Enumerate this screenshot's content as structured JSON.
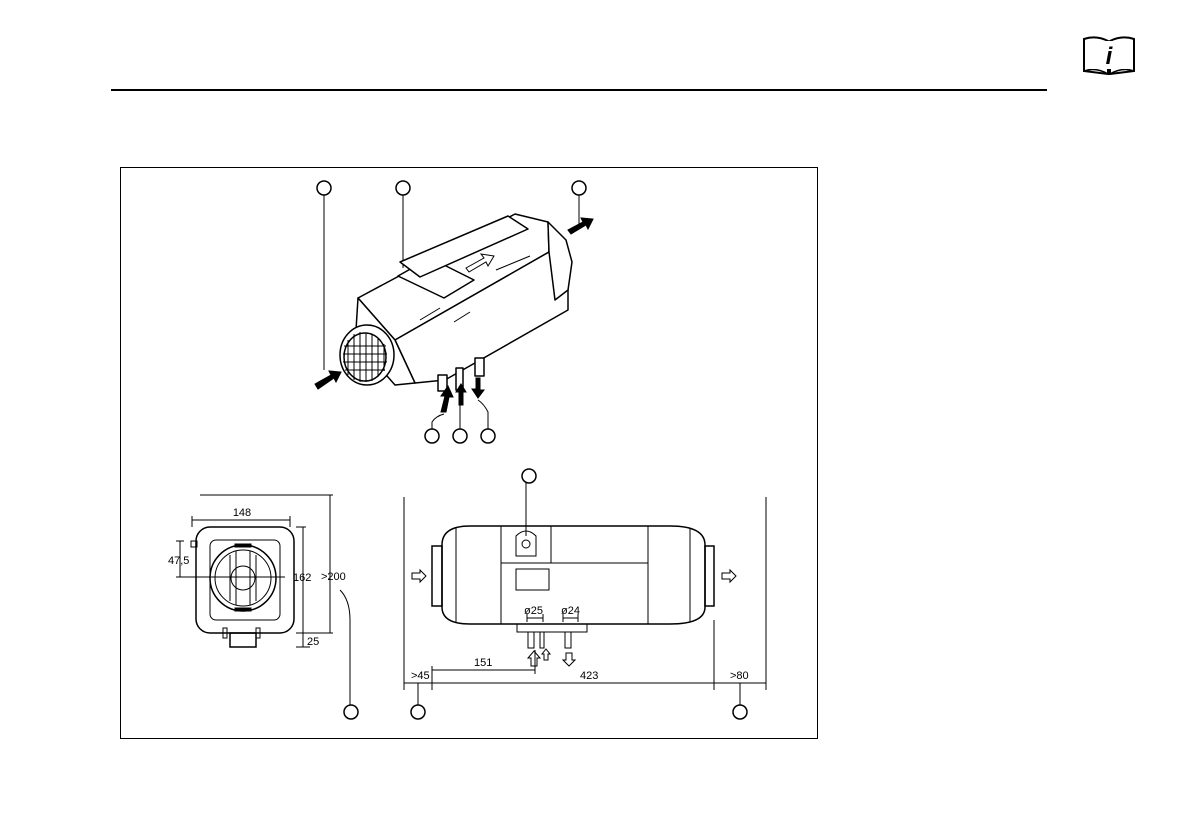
{
  "manual_icon": "info-book-icon",
  "front_view": {
    "width": "148",
    "height": "162",
    "offset": "47,5",
    "clearance_total": ">200",
    "foot": "25"
  },
  "side_view": {
    "inlet_diameter": "ø25",
    "outlet_diameter": "ø24",
    "inlet_offset": "151",
    "length": "423",
    "clearance_left": ">45",
    "clearance_right": ">80"
  },
  "colors": {
    "line": "#000000",
    "background": "#ffffff"
  }
}
